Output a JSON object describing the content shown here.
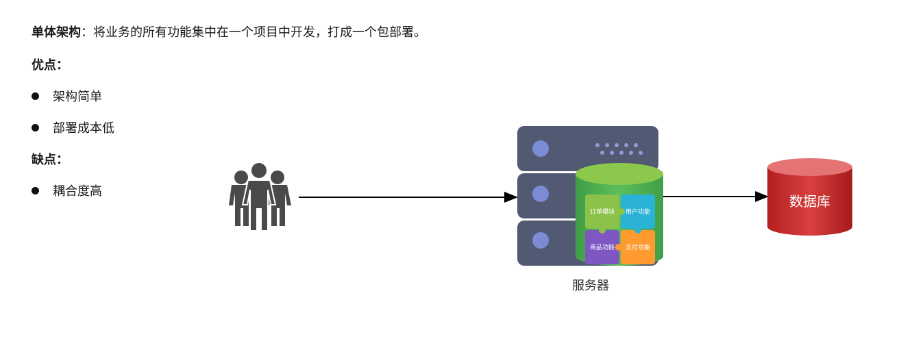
{
  "intro": {
    "term": "单体架构",
    "separator": "：",
    "description": "将业务的所有功能集中在一个项目中开发，打成一个包部署。"
  },
  "pros": {
    "heading": "优点：",
    "items": [
      "架构简单",
      "部署成本低"
    ]
  },
  "cons": {
    "heading": "缺点：",
    "items": [
      "耦合度高"
    ]
  },
  "diagram": {
    "users_icon": "users-group-icon",
    "server_label": "服务器",
    "database_label": "数据库",
    "modules": [
      "订单模块",
      "用户功能",
      "商品功能",
      "支付功能"
    ],
    "colors": {
      "server_body": "#515a72",
      "server_light": "#6a7394",
      "cylinder_top": "#8cc84b",
      "cylinder_body": "#4caf50",
      "module_order": "#8bc34a",
      "module_user": "#2ab3d6",
      "module_goods": "#7e57c2",
      "module_pay": "#ff9a2e",
      "database": "#c62828",
      "arrow": "#000000"
    }
  }
}
